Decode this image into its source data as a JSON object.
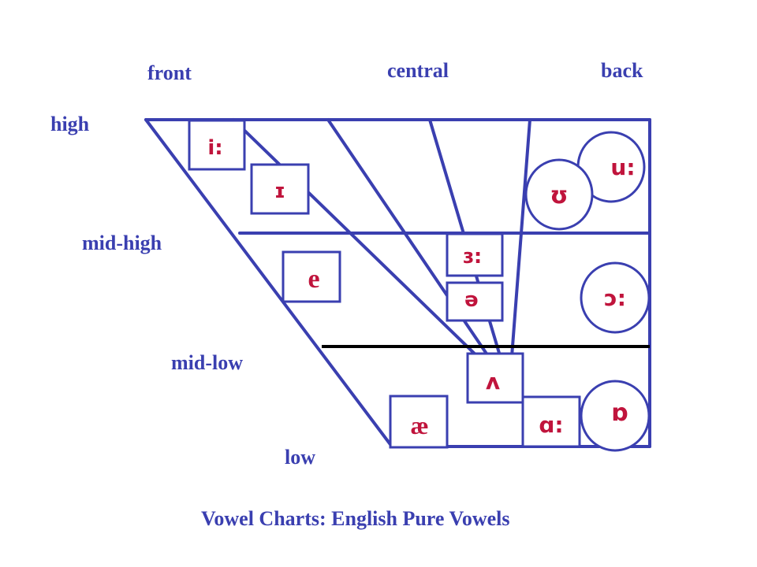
{
  "colors": {
    "label": "#3a3fb0",
    "frame": "#3a3fb0",
    "symbol": "#c0143c",
    "divider": "#000000"
  },
  "labels": {
    "front": "front",
    "central": "central",
    "back": "back",
    "high": "high",
    "mid_high": "mid-high",
    "mid_low": "mid-low",
    "low": "low"
  },
  "caption": "Vowel Charts: English Pure Vowels",
  "vowels": {
    "i_long": "i:",
    "i_short": "ɪ",
    "e": "e",
    "er_long": "ɜ:",
    "schwa": "ə",
    "wedge": "ʌ",
    "ae": "æ",
    "a_long": "ɑ:",
    "u_long": "u:",
    "u_short": "ʊ",
    "o_long": "ɔ:",
    "o_short": "ɒ"
  }
}
